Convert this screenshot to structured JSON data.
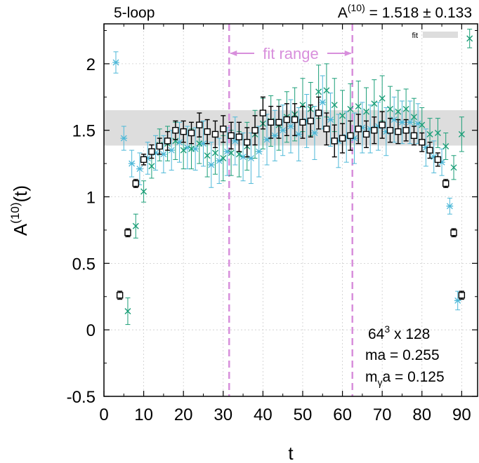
{
  "chart_data": {
    "type": "scatter",
    "title_left": "5-loop",
    "title_right": {
      "prefix": "A",
      "sup": "(10)",
      "suffix": " = 1.518 ± 0.133"
    },
    "xlabel": "t",
    "ylabel": {
      "prefix": "A",
      "sup": "(10)",
      "suffix": "(t)"
    },
    "xlim": [
      0,
      94
    ],
    "ylim": [
      -0.5,
      2.3
    ],
    "xticks": [
      "0",
      "10",
      "20",
      "30",
      "40",
      "50",
      "60",
      "70",
      "80",
      "90"
    ],
    "yticks": [
      "-0.5",
      "0",
      "0.5",
      "1",
      "1.5",
      "2"
    ],
    "grid": true,
    "legend": {
      "label": "fit",
      "position": "top-right"
    },
    "fit": {
      "value": 1.518,
      "error": 0.133,
      "label": "fit"
    },
    "fit_range": {
      "label": "fit range",
      "start": 31.5,
      "end": 62.5
    },
    "info": {
      "lattice": {
        "base": "64",
        "sup": "3",
        "rest": " x 128"
      },
      "mass": "ma = 0.255",
      "photon": {
        "m": "m",
        "sub": "γ",
        "rest": "a = 0.125"
      }
    },
    "colors": {
      "square": "#000000",
      "cross": "#1a9e77",
      "star": "#4db8d8",
      "fit_band": "#dddddd",
      "fit_range": "#d88fdc"
    },
    "series": [
      {
        "marker": "square",
        "points": [
          [
            4,
            0.26,
            0.03
          ],
          [
            6,
            0.73,
            0.03
          ],
          [
            8,
            1.1,
            0.03
          ],
          [
            10,
            1.28,
            0.04
          ],
          [
            12,
            1.34,
            0.05
          ],
          [
            14,
            1.38,
            0.06
          ],
          [
            16,
            1.42,
            0.07
          ],
          [
            18,
            1.5,
            0.07
          ],
          [
            20,
            1.49,
            0.08
          ],
          [
            22,
            1.48,
            0.08
          ],
          [
            24,
            1.54,
            0.09
          ],
          [
            26,
            1.49,
            0.09
          ],
          [
            28,
            1.47,
            0.1
          ],
          [
            30,
            1.51,
            0.1
          ],
          [
            32,
            1.46,
            0.1
          ],
          [
            34,
            1.45,
            0.11
          ],
          [
            36,
            1.41,
            0.11
          ],
          [
            38,
            1.5,
            0.11
          ],
          [
            40,
            1.63,
            0.12
          ],
          [
            42,
            1.56,
            0.12
          ],
          [
            44,
            1.56,
            0.12
          ],
          [
            46,
            1.58,
            0.12
          ],
          [
            48,
            1.58,
            0.12
          ],
          [
            50,
            1.56,
            0.12
          ],
          [
            52,
            1.57,
            0.12
          ],
          [
            54,
            1.63,
            0.12
          ],
          [
            56,
            1.51,
            0.12
          ],
          [
            58,
            1.42,
            0.12
          ],
          [
            60,
            1.44,
            0.11
          ],
          [
            62,
            1.46,
            0.11
          ],
          [
            64,
            1.51,
            0.11
          ],
          [
            66,
            1.47,
            0.1
          ],
          [
            68,
            1.5,
            0.1
          ],
          [
            70,
            1.54,
            0.1
          ],
          [
            72,
            1.5,
            0.09
          ],
          [
            74,
            1.49,
            0.09
          ],
          [
            76,
            1.5,
            0.08
          ],
          [
            78,
            1.46,
            0.07
          ],
          [
            80,
            1.41,
            0.07
          ],
          [
            82,
            1.35,
            0.06
          ],
          [
            84,
            1.28,
            0.05
          ],
          [
            86,
            1.1,
            0.03
          ],
          [
            88,
            0.73,
            0.03
          ],
          [
            90,
            0.26,
            0.03
          ]
        ]
      },
      {
        "marker": "cross",
        "points": [
          [
            6,
            0.14,
            0.1
          ],
          [
            8,
            0.78,
            0.09
          ],
          [
            10,
            1.04,
            0.08
          ],
          [
            12,
            1.23,
            0.09
          ],
          [
            14,
            1.39,
            0.12
          ],
          [
            16,
            1.4,
            0.13
          ],
          [
            18,
            1.42,
            0.14
          ],
          [
            20,
            1.35,
            0.14
          ],
          [
            22,
            1.36,
            0.15
          ],
          [
            24,
            1.4,
            0.15
          ],
          [
            26,
            1.31,
            0.16
          ],
          [
            28,
            1.33,
            0.16
          ],
          [
            30,
            1.29,
            0.17
          ],
          [
            32,
            1.33,
            0.17
          ],
          [
            34,
            1.32,
            0.17
          ],
          [
            36,
            1.38,
            0.18
          ],
          [
            38,
            1.47,
            0.18
          ],
          [
            40,
            1.55,
            0.19
          ],
          [
            42,
            1.57,
            0.19
          ],
          [
            44,
            1.54,
            0.19
          ],
          [
            46,
            1.6,
            0.19
          ],
          [
            48,
            1.62,
            0.2
          ],
          [
            50,
            1.69,
            0.2
          ],
          [
            52,
            1.66,
            0.2
          ],
          [
            54,
            1.79,
            0.2
          ],
          [
            56,
            1.8,
            0.2
          ],
          [
            58,
            1.69,
            0.2
          ],
          [
            60,
            1.61,
            0.19
          ],
          [
            62,
            1.66,
            0.19
          ],
          [
            64,
            1.68,
            0.19
          ],
          [
            66,
            1.64,
            0.18
          ],
          [
            68,
            1.7,
            0.18
          ],
          [
            70,
            1.74,
            0.17
          ],
          [
            72,
            1.66,
            0.17
          ],
          [
            74,
            1.64,
            0.16
          ],
          [
            76,
            1.66,
            0.15
          ],
          [
            78,
            1.6,
            0.14
          ],
          [
            80,
            1.54,
            0.13
          ],
          [
            82,
            1.47,
            0.12
          ],
          [
            84,
            1.48,
            0.11
          ],
          [
            86,
            1.38,
            0.1
          ],
          [
            88,
            1.22,
            0.09
          ],
          [
            90,
            1.47,
            0.13
          ],
          [
            92,
            2.19,
            0.07
          ]
        ]
      },
      {
        "marker": "star",
        "points": [
          [
            3,
            2.01,
            0.08
          ],
          [
            5,
            1.44,
            0.09
          ],
          [
            7,
            1.25,
            0.1
          ],
          [
            9,
            1.21,
            0.12
          ],
          [
            11,
            1.29,
            0.12
          ],
          [
            13,
            1.33,
            0.13
          ],
          [
            15,
            1.32,
            0.14
          ],
          [
            17,
            1.35,
            0.15
          ],
          [
            19,
            1.41,
            0.15
          ],
          [
            21,
            1.37,
            0.16
          ],
          [
            23,
            1.36,
            0.16
          ],
          [
            25,
            1.4,
            0.17
          ],
          [
            27,
            1.24,
            0.17
          ],
          [
            29,
            1.27,
            0.17
          ],
          [
            31,
            1.34,
            0.18
          ],
          [
            33,
            1.42,
            0.18
          ],
          [
            35,
            1.3,
            0.18
          ],
          [
            37,
            1.29,
            0.19
          ],
          [
            39,
            1.34,
            0.19
          ],
          [
            41,
            1.43,
            0.19
          ],
          [
            43,
            1.46,
            0.19
          ],
          [
            45,
            1.5,
            0.19
          ],
          [
            47,
            1.53,
            0.2
          ],
          [
            49,
            1.47,
            0.2
          ],
          [
            51,
            1.57,
            0.2
          ],
          [
            53,
            1.48,
            0.2
          ],
          [
            55,
            1.71,
            0.2
          ],
          [
            57,
            1.58,
            0.2
          ],
          [
            59,
            1.42,
            0.2
          ],
          [
            61,
            1.45,
            0.19
          ],
          [
            63,
            1.44,
            0.19
          ],
          [
            65,
            1.52,
            0.19
          ],
          [
            67,
            1.51,
            0.18
          ],
          [
            69,
            1.53,
            0.18
          ],
          [
            71,
            1.49,
            0.18
          ],
          [
            73,
            1.58,
            0.17
          ],
          [
            75,
            1.56,
            0.16
          ],
          [
            77,
            1.56,
            0.16
          ],
          [
            79,
            1.55,
            0.15
          ],
          [
            81,
            1.37,
            0.14
          ],
          [
            83,
            1.3,
            0.12
          ],
          [
            85,
            1.26,
            0.1
          ],
          [
            87,
            0.93,
            0.06
          ],
          [
            89,
            0.22,
            0.07
          ]
        ]
      }
    ]
  }
}
